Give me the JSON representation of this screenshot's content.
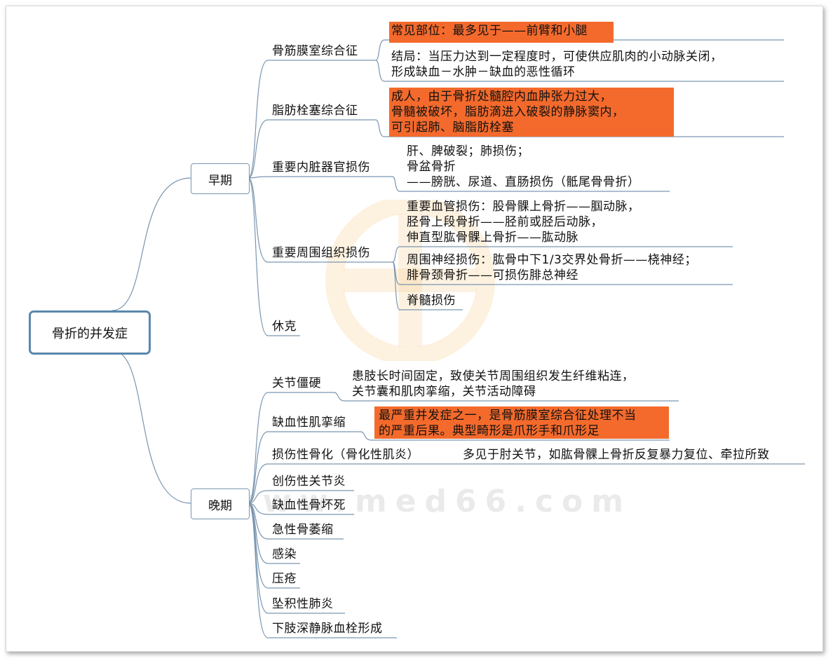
{
  "root": "骨折的并发症",
  "watermark": {
    "text": "www.med66.com"
  },
  "branches": {
    "early": "早期",
    "late": "晚期"
  },
  "early": [
    {
      "label": "骨筋膜室综合征",
      "details": [
        {
          "lines": [
            "常见部位：最多见于——前臂和小腿"
          ],
          "highlight": true
        },
        {
          "lines": [
            "结局：当压力达到一定程度时，可使供应肌肉的小动脉关闭，",
            "形成缺血－水肿－缺血的恶性循环"
          ],
          "highlight": false
        }
      ]
    },
    {
      "label": "脂肪栓塞综合征",
      "details": [
        {
          "lines": [
            "成人，由于骨折处髓腔内血肿张力过大，",
            "骨髓被破坏，脂肪滴进入破裂的静脉窦内，",
            "可引起肺、脑脂肪栓塞"
          ],
          "highlight": true
        }
      ]
    },
    {
      "label": "重要内脏器官损伤",
      "details": [
        {
          "lines": [
            "肝、脾破裂；肺损伤；",
            "骨盆骨折",
            "——膀胱、尿道、直肠损伤（骶尾骨骨折）"
          ],
          "highlight": false
        }
      ]
    },
    {
      "label": "重要周围组织损伤",
      "details": [
        {
          "lines": [
            "重要血管损伤：股骨髁上骨折——腘动脉，",
            "胫骨上段骨折——胫前或胫后动脉，",
            "伸直型肱骨髁上骨折——肱动脉"
          ],
          "highlight": false
        },
        {
          "lines": [
            "周围神经损伤：肱骨中下1/3交界处骨折——桡神经；",
            "腓骨颈骨折——可损伤腓总神经"
          ],
          "highlight": false
        },
        {
          "lines": [
            "脊髓损伤"
          ],
          "highlight": false
        }
      ]
    },
    {
      "label": "休克",
      "details": []
    }
  ],
  "late": [
    {
      "label": "关节僵硬",
      "detail": {
        "lines": [
          "患肢长时间固定，致使关节周围组织发生纤维粘连，",
          "关节囊和肌肉挛缩，关节活动障碍"
        ],
        "highlight": false
      }
    },
    {
      "label": "缺血性肌挛缩",
      "detail": {
        "lines": [
          "最严重并发症之一，是骨筋膜室综合征处理不当",
          "的严重后果。典型畸形是爪形手和爪形足"
        ],
        "highlight": true
      }
    },
    {
      "label": "损伤性骨化（骨化性肌炎）",
      "detail": {
        "lines": [
          "多见于肘关节，如肱骨髁上骨折反复暴力复位、牵拉所致"
        ],
        "highlight": false
      }
    },
    {
      "label": "创伤性关节炎"
    },
    {
      "label": "缺血性骨坏死"
    },
    {
      "label": "急性骨萎缩"
    },
    {
      "label": "感染"
    },
    {
      "label": "压疮"
    },
    {
      "label": "坠积性肺炎"
    },
    {
      "label": "下肢深静脉血栓形成"
    }
  ]
}
